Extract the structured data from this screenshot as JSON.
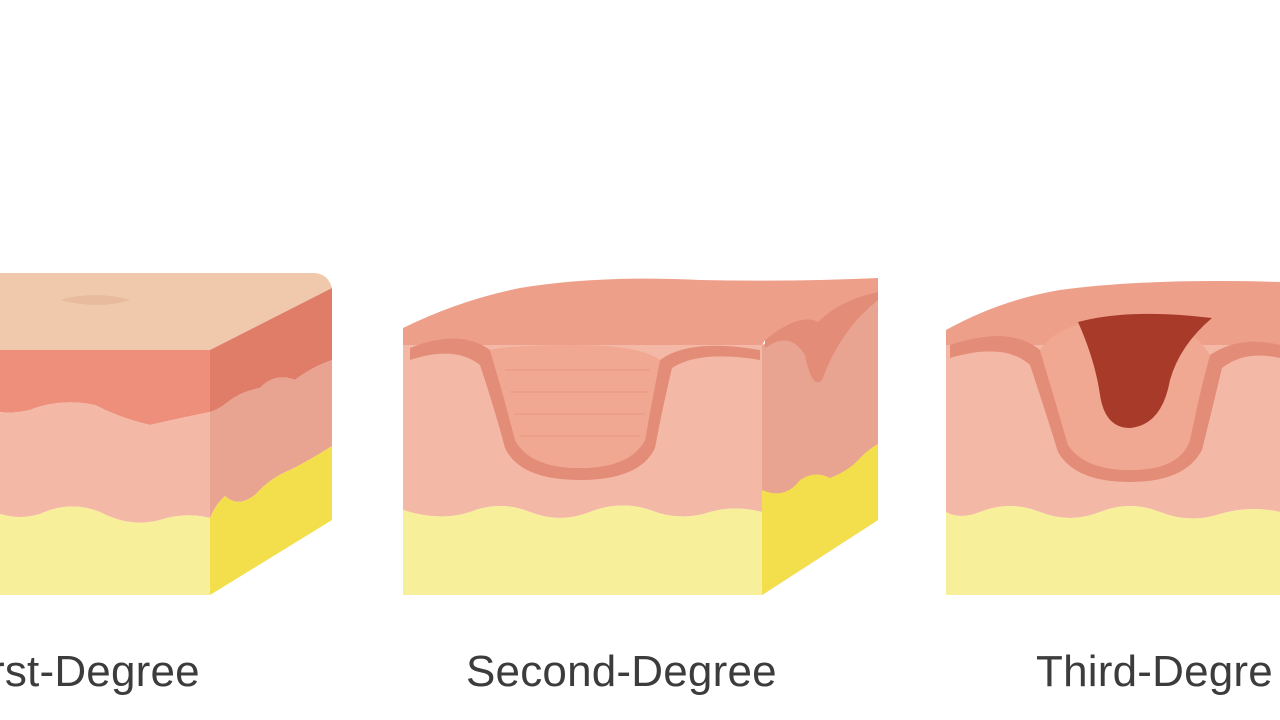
{
  "labels": {
    "first": "rst-Degree",
    "second": "Second-Degree",
    "third": "Third-Degre"
  },
  "colors": {
    "background": "#ffffff",
    "epidermis_top": "#f0c9ad",
    "epidermis_red": "#ee8f7c",
    "dermis": "#f4b9a6",
    "dermis_side": "#e9a391",
    "fat_front": "#f8ef9a",
    "fat_side": "#f3df4c",
    "burn_dark": "#a73a28",
    "label_text": "#3c3c3c"
  }
}
